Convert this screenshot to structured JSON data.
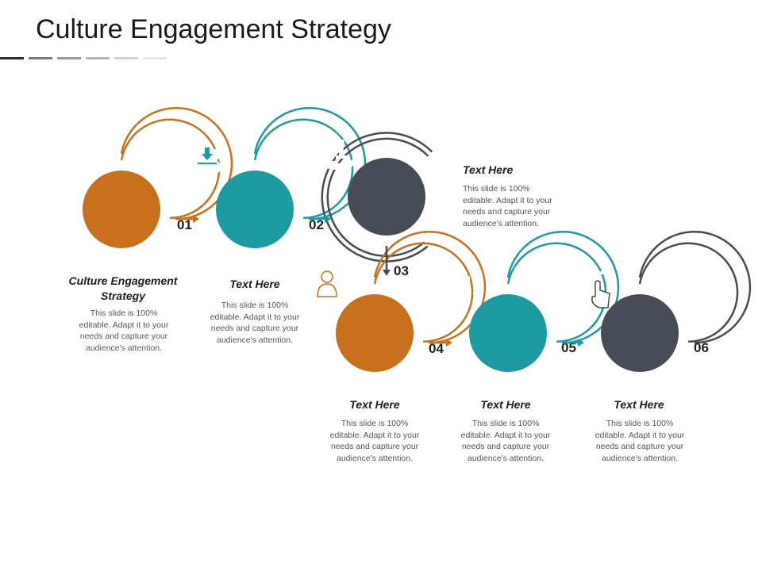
{
  "title": "Culture Engagement Strategy",
  "colors": {
    "orange": "#c8711d",
    "teal": "#1e9aa3",
    "slate": "#474c56",
    "title_bar": [
      "#2b2b2b",
      "#7a7a7a",
      "#9b9b9b",
      "#b8b8b8",
      "#d2d2d2",
      "#e6e6e6"
    ]
  },
  "steps": [
    {
      "number": "01",
      "title": "Culture Engagement Strategy",
      "body": "This slide is 100% editable. Adapt it to your needs and capture your audience's attention.",
      "color": "orange",
      "icon": "download-tray-icon"
    },
    {
      "number": "02",
      "title": "Text Here",
      "body": "This slide is 100% editable. Adapt it to your needs and capture your audience's attention.",
      "color": "teal",
      "icon": "open-box-icon"
    },
    {
      "number": "03",
      "title": "Text Here",
      "body": "This slide is 100% editable. Adapt it to your needs and capture your audience's attention.",
      "color": "slate",
      "icon": "info-hand-icon"
    },
    {
      "number": "04",
      "title": "Text Here",
      "body": "This slide is 100% editable. Adapt it to your needs and capture your audience's attention.",
      "color": "orange",
      "icon": "team-icon"
    },
    {
      "number": "05",
      "title": "Text Here",
      "body": "This slide is 100% editable. Adapt it to your needs and capture your audience's attention.",
      "color": "teal",
      "icon": "mobile-megaphone-icon"
    },
    {
      "number": "06",
      "title": "Text Here",
      "body": "This slide is 100% editable. Adapt it to your needs and capture your audience's attention.",
      "color": "slate",
      "icon": "tablet-touch-icon"
    }
  ]
}
